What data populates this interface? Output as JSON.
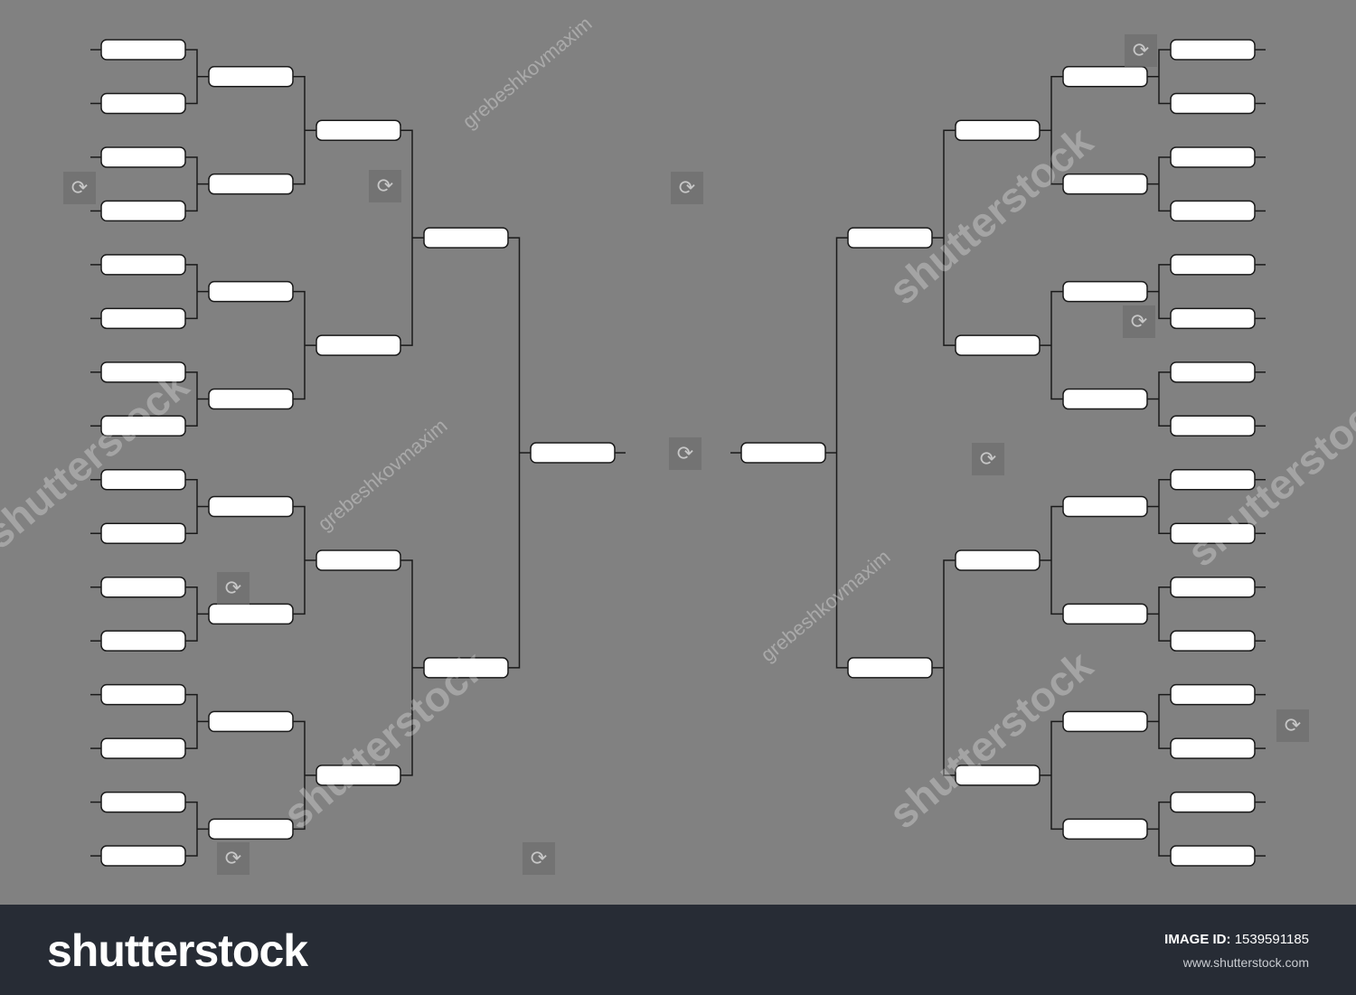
{
  "diagram": {
    "type": "tournament-bracket",
    "left_rounds": [
      16,
      8,
      4,
      2,
      1
    ],
    "right_rounds": [
      16,
      8,
      4,
      2,
      1
    ],
    "slot_labels": "",
    "colors": {
      "background": "#818181",
      "slot_fill": "#ffffff",
      "line": "#1a1a1a"
    }
  },
  "watermark": {
    "brand": "shutterstock",
    "contributor": "grebeshkovmaxim",
    "icon": "shutterstock-logo-icon"
  },
  "footer": {
    "logo": "shutterstock",
    "image_id_label": "IMAGE ID:",
    "image_id": "1539591185",
    "url": "www.shutterstock.com"
  }
}
